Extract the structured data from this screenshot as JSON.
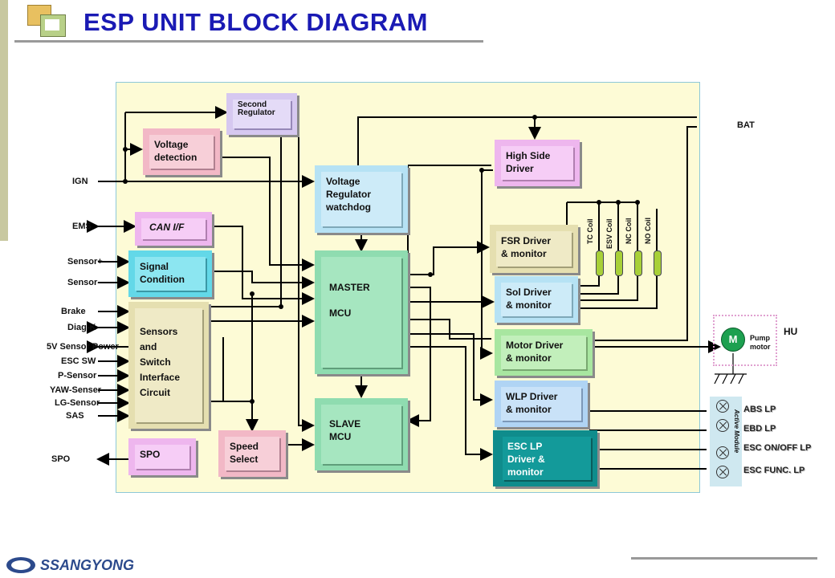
{
  "title": "ESP UNIT BLOCK DIAGRAM",
  "brand": "SSANGYONG",
  "colors": {
    "title": "#1a1ab4",
    "board": "#fdfbd6",
    "board_border": "#8dc8d8"
  },
  "inputs": {
    "ign": "IGN",
    "ems": "EMS",
    "sensor_plus": "Sensor+",
    "sensor_minus": "Sensor-",
    "brake": "Brake",
    "diag_k": "Diag-K",
    "sensor_power": "5V Sensor Power",
    "esc_sw": "ESC SW",
    "p_sensor": "P-Sensor",
    "yaw_sensor": "YAW-Senser",
    "lg_sensor": "LG-Sensor",
    "sas": "SAS",
    "spo": "SPO",
    "bat": "BAT"
  },
  "blocks": {
    "second_regulator": "Second\nRegulator",
    "voltage_detection": "Voltage\ndetection",
    "can_if": "CAN I/F",
    "signal_condition": "Signal\nCondition",
    "sensors_switch": "Sensors\nand\nSwitch\nInterface\nCircuit",
    "spo": "SPO",
    "speed_select": "Speed\nSelect",
    "voltage_regulator": "Voltage\nRegulator\nwatchdog",
    "master_mcu": "MASTER\n\nMCU",
    "slave_mcu": "SLAVE\nMCU",
    "high_side_driver": "High Side\nDriver",
    "fsr_driver": "FSR Driver\n& monitor",
    "sol_driver": "Sol Driver\n& monitor",
    "motor_driver": "Motor Driver\n& monitor",
    "wlp_driver": "WLP Driver\n& monitor",
    "esc_lp_driver": "ESC LP\nDriver &\nmonitor"
  },
  "coils": [
    "TC Coil",
    "ESV Coil",
    "NC Coil",
    "NO Coil"
  ],
  "hu": {
    "label": "HU",
    "motor": "M",
    "pump_motor": "Pump\nmotor"
  },
  "active_module": {
    "label": "Active Module",
    "lamps": [
      "ABS LP",
      "EBD LP",
      "ESC ON/OFF LP",
      "ESC FUNC. LP"
    ]
  }
}
